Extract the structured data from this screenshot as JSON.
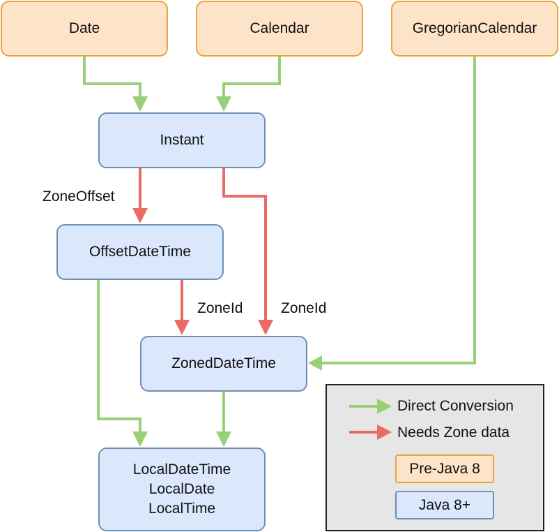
{
  "nodes": {
    "date": "Date",
    "calendar": "Calendar",
    "gregorian_calendar": "GregorianCalendar",
    "instant": "Instant",
    "offset_date_time": "OffsetDateTime",
    "zoned_date_time": "ZonedDateTime",
    "local_lines": [
      "LocalDateTime",
      "LocalDate",
      "LocalTime"
    ]
  },
  "edge_labels": {
    "instant_to_offset": "ZoneOffset",
    "offset_to_zoned": "ZoneId",
    "instant_to_zoned": "ZoneId"
  },
  "legend": {
    "direct_conversion": "Direct Conversion",
    "needs_zone_data": "Needs Zone data",
    "pre_java8": "Pre-Java 8",
    "java8": "Java 8+"
  },
  "colors": {
    "direct": "#97d077",
    "zone": "#ea6b66",
    "pre_java8_fill": "#fde3c8",
    "pre_java8_stroke": "#e8a33d",
    "java8_fill": "#dbe8fb",
    "java8_stroke": "#6b8fb8"
  }
}
